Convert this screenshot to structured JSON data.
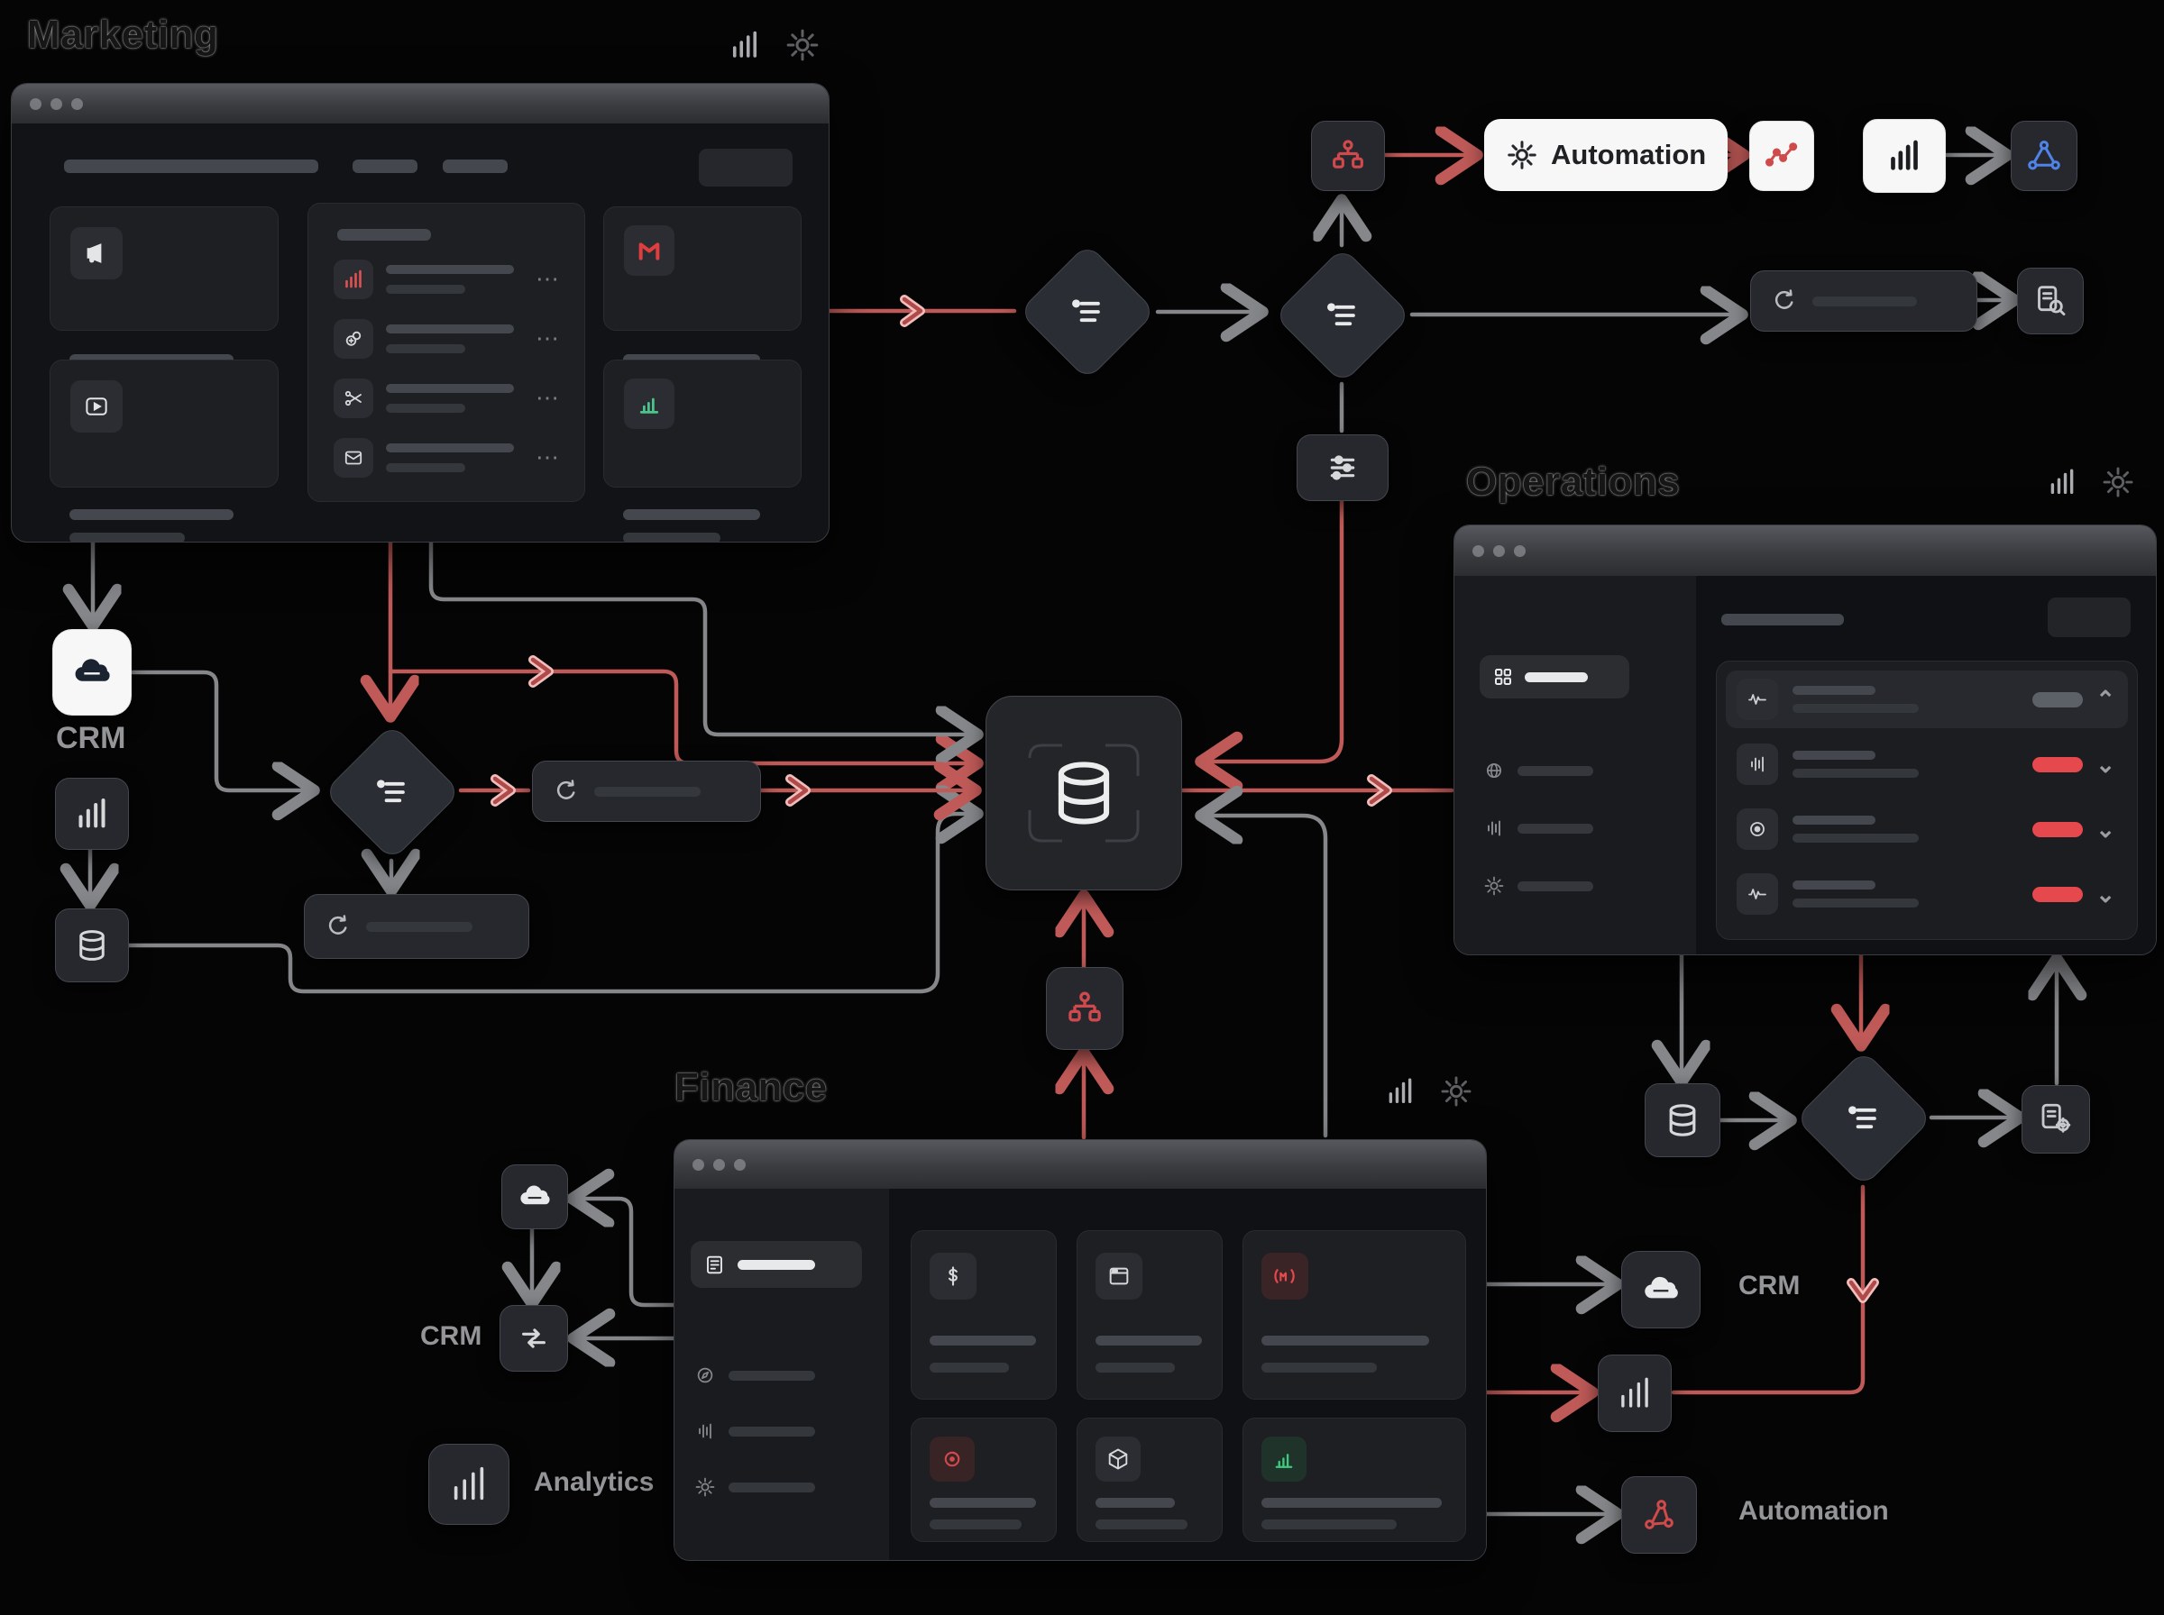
{
  "sections": {
    "marketing": {
      "title": "Marketing"
    },
    "operations": {
      "title": "Operations"
    },
    "finance": {
      "title": "Finance"
    }
  },
  "labels": {
    "automation_pill": "Automation",
    "crm_left": "CRM",
    "crm_bottom_left": "CRM",
    "crm_right": "CRM",
    "analytics_bottom_left": "Analytics",
    "automation_bottom_right": "Automation"
  },
  "glyphs": {
    "ellipsis": "⋯",
    "chevron_up": "⌃",
    "chevron_down": "⌄"
  },
  "colors": {
    "accent_red": "#e5484d",
    "wire_red": "#bf5a58",
    "wire_gray": "#85878b",
    "success_green": "#46a758",
    "node_blue": "#4f83e8",
    "gmail_red": "#e03e3e"
  }
}
